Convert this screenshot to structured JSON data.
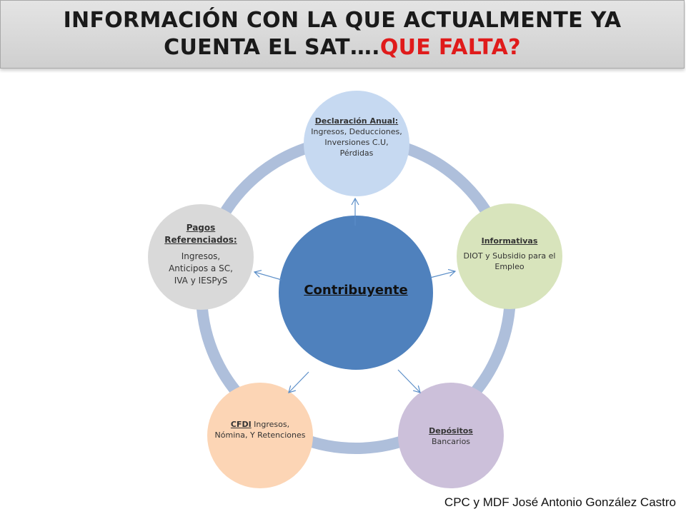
{
  "title": {
    "line1": "INFORMACIÓN CON LA QUE ACTUALMENTE YA",
    "line2_main": "CUENTA EL SAT….",
    "line2_accent": "QUE FALTA?"
  },
  "center_node": {
    "label": "Contribuyente"
  },
  "nodes": {
    "declaracion": {
      "heading": "Declaración Anual:",
      "text": " Ingresos, Deducciones, Inversiones C.U, Pérdidas"
    },
    "informativas": {
      "heading": "Informativas",
      "text": "DIOT y Subsidio para el Empleo"
    },
    "depositos": {
      "heading": "Depósitos",
      "text": "Bancarios"
    },
    "cfdi": {
      "heading": "CFDI",
      "text": " Ingresos, Nómina, Y Retenciones"
    },
    "pagos": {
      "heading": "Pagos Referenciados:",
      "text": "Ingresos, Anticipos a SC, IVA y IESPyS"
    }
  },
  "colors": {
    "ring": "#aebfdb",
    "center": "#4f81bd",
    "declaracion": "#c6d9f1",
    "informativas": "#d8e4bc",
    "depositos": "#ccc0da",
    "cfdi": "#fcd5b5",
    "pagos": "#d9d9d9",
    "arrow": "#5b8ec8"
  },
  "footer": {
    "credit": "CPC y MDF José Antonio González Castro"
  }
}
